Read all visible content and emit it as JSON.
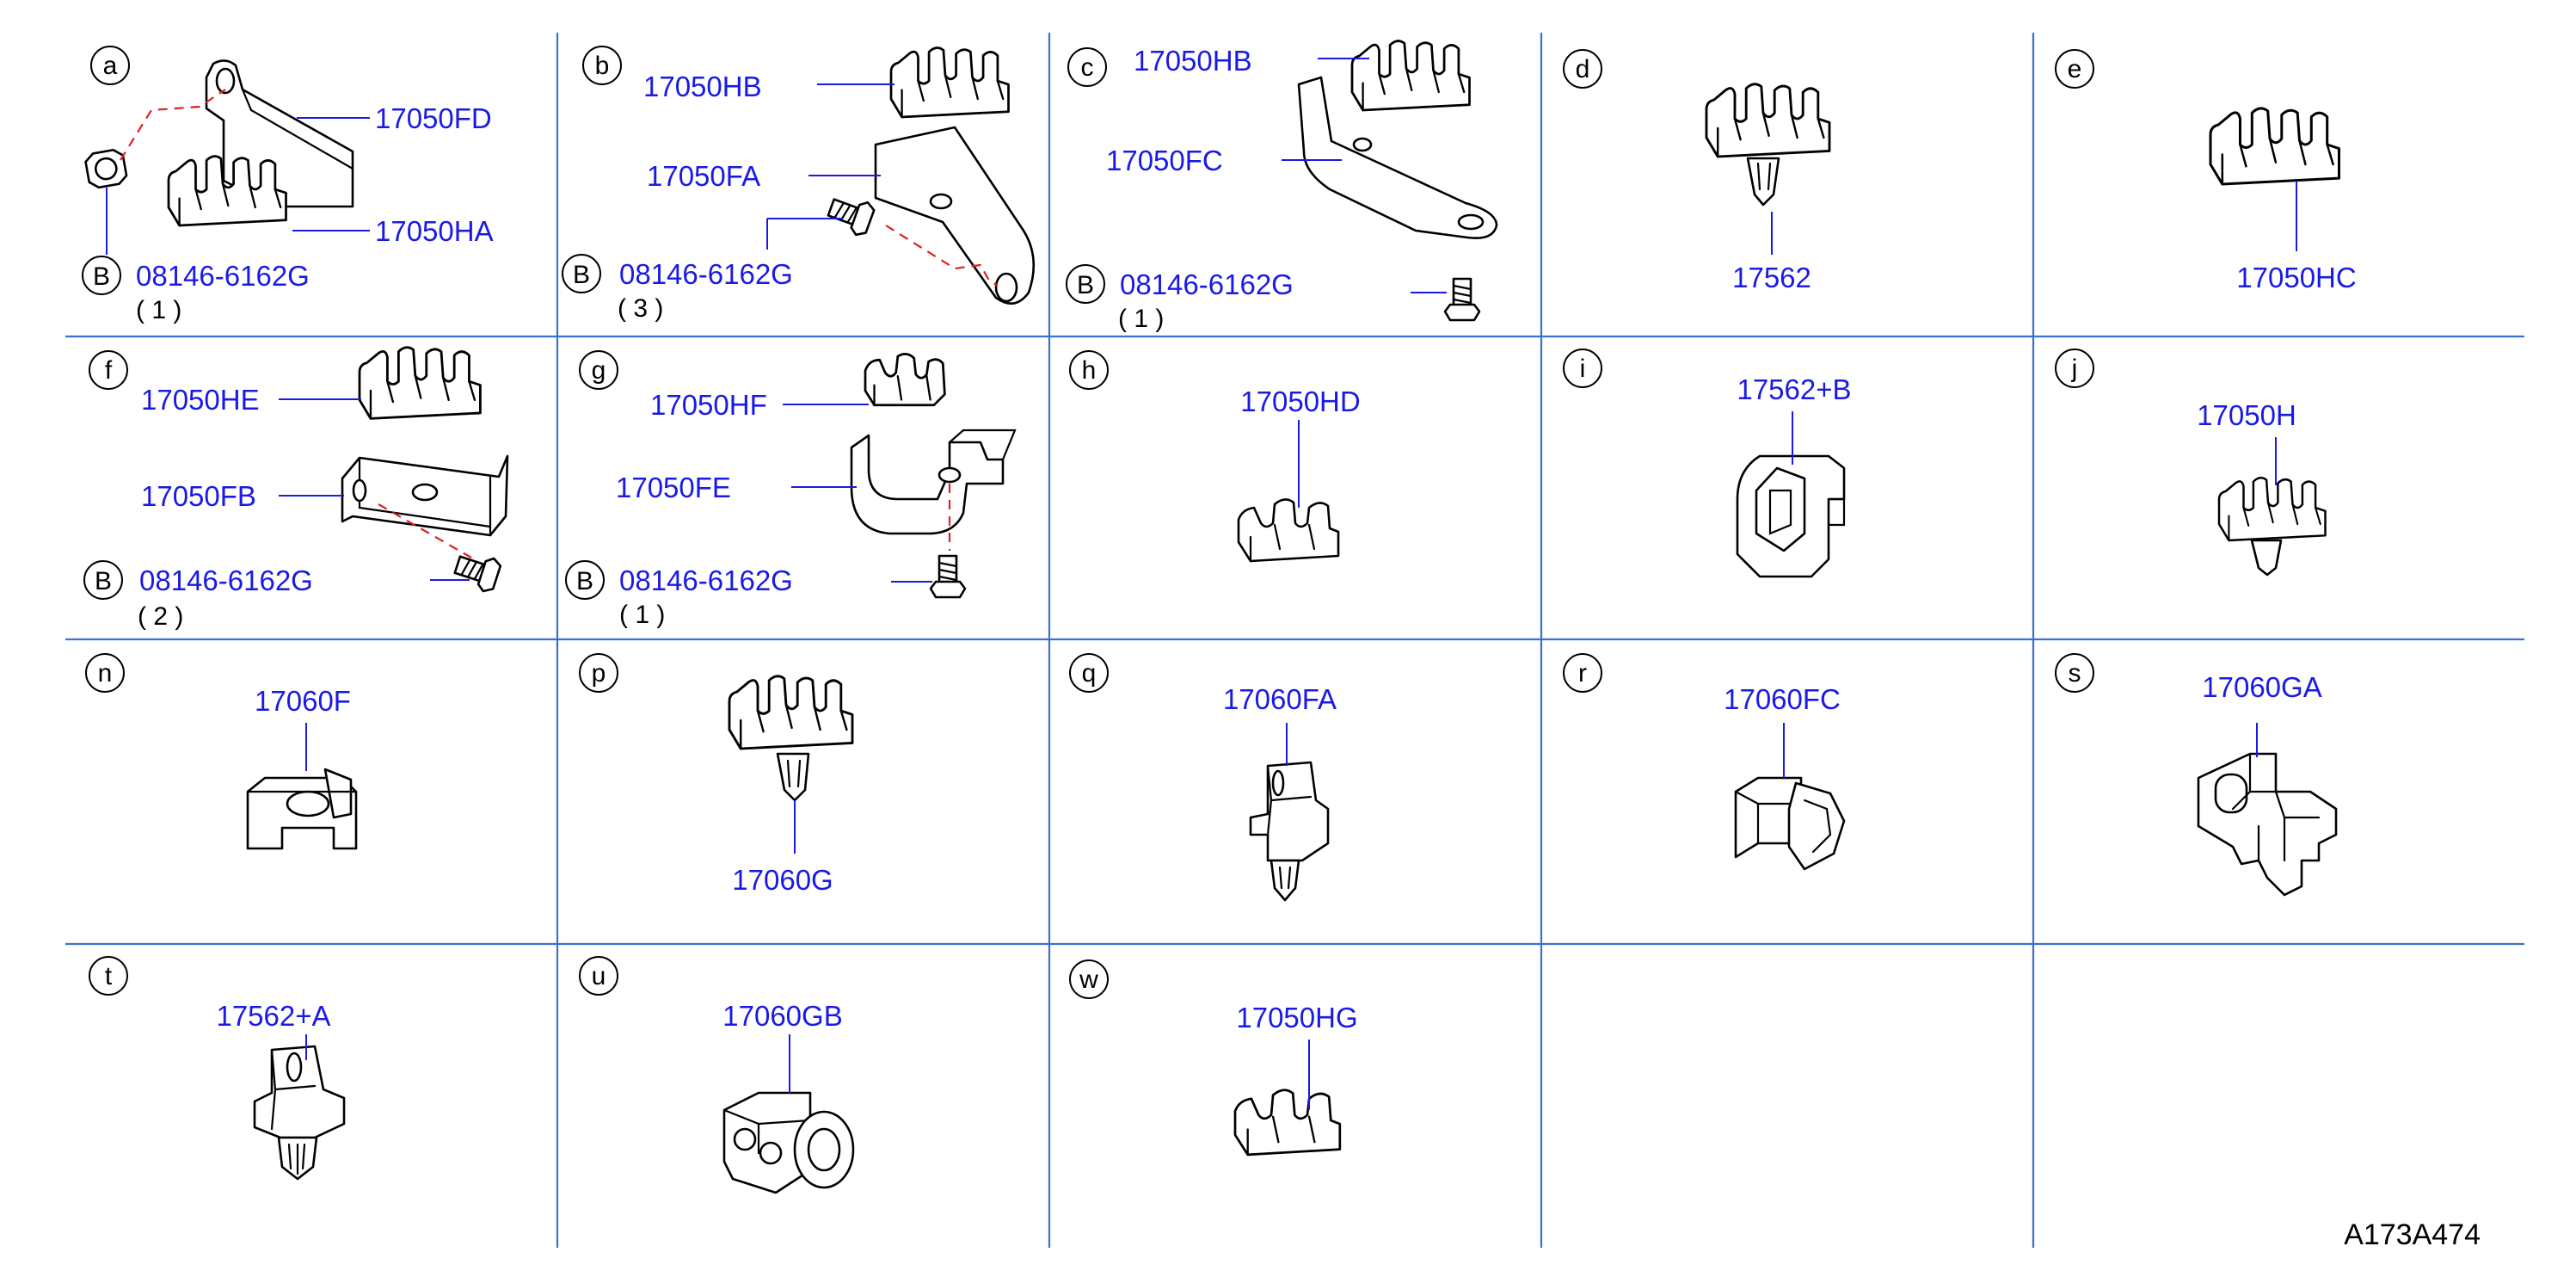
{
  "cells": {
    "a": {
      "letter": "a",
      "p1": "17050FD",
      "p2": "17050HA",
      "ref": "B",
      "bolt": "08146-6162G",
      "qty": "( 1 )"
    },
    "b": {
      "letter": "b",
      "p1": "17050HB",
      "p2": "17050FA",
      "ref": "B",
      "bolt": "08146-6162G",
      "qty": "( 3 )"
    },
    "c": {
      "letter": "c",
      "p1": "17050HB",
      "p2": "17050FC",
      "ref": "B",
      "bolt": "08146-6162G",
      "qty": "( 1 )"
    },
    "d": {
      "letter": "d",
      "p1": "17562"
    },
    "e": {
      "letter": "e",
      "p1": "17050HC"
    },
    "f": {
      "letter": "f",
      "p1": "17050HE",
      "p2": "17050FB",
      "ref": "B",
      "bolt": "08146-6162G",
      "qty": "( 2 )"
    },
    "g": {
      "letter": "g",
      "p1": "17050HF",
      "p2": "17050FE",
      "ref": "B",
      "bolt": "08146-6162G",
      "qty": "( 1 )"
    },
    "h": {
      "letter": "h",
      "p1": "17050HD"
    },
    "i": {
      "letter": "i",
      "p1": "17562+B"
    },
    "j": {
      "letter": "j",
      "p1": "17050H"
    },
    "n": {
      "letter": "n",
      "p1": "17060F"
    },
    "p": {
      "letter": "p",
      "p1": "17060G"
    },
    "q": {
      "letter": "q",
      "p1": "17060FA"
    },
    "r": {
      "letter": "r",
      "p1": "17060FC"
    },
    "s": {
      "letter": "s",
      "p1": "17060GA"
    },
    "t": {
      "letter": "t",
      "p1": "17562+A"
    },
    "u": {
      "letter": "u",
      "p1": "17060GB"
    },
    "w": {
      "letter": "w",
      "p1": "17050HG"
    }
  },
  "figure_ref": "A173A474",
  "colors": {
    "part_number": "#1a1ae6",
    "grid": "#3b6fd1",
    "dashed_link": "#e02020",
    "line_art": "#000000"
  }
}
